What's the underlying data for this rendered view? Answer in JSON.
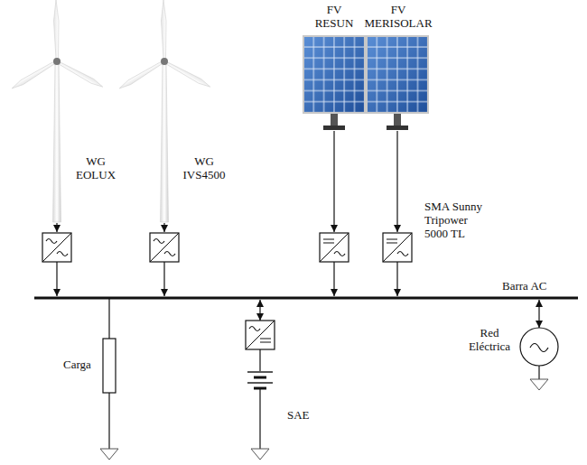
{
  "diagram": {
    "labels": [
      "WG EOLUX",
      "WG IVS4500",
      "FV RESUN",
      "FV MERISOLAR",
      "SMA Sunny Tripower 5000 TL",
      "Barra AC",
      "Carga",
      "SAE",
      "Red Eléctrica"
    ]
  }
}
